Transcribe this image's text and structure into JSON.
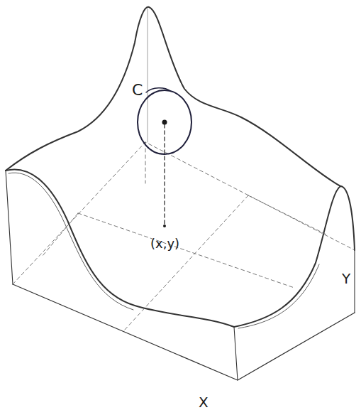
{
  "diagram": {
    "labels": [
      "C",
      "(x,y)",
      "Y",
      "X"
    ]
  }
}
